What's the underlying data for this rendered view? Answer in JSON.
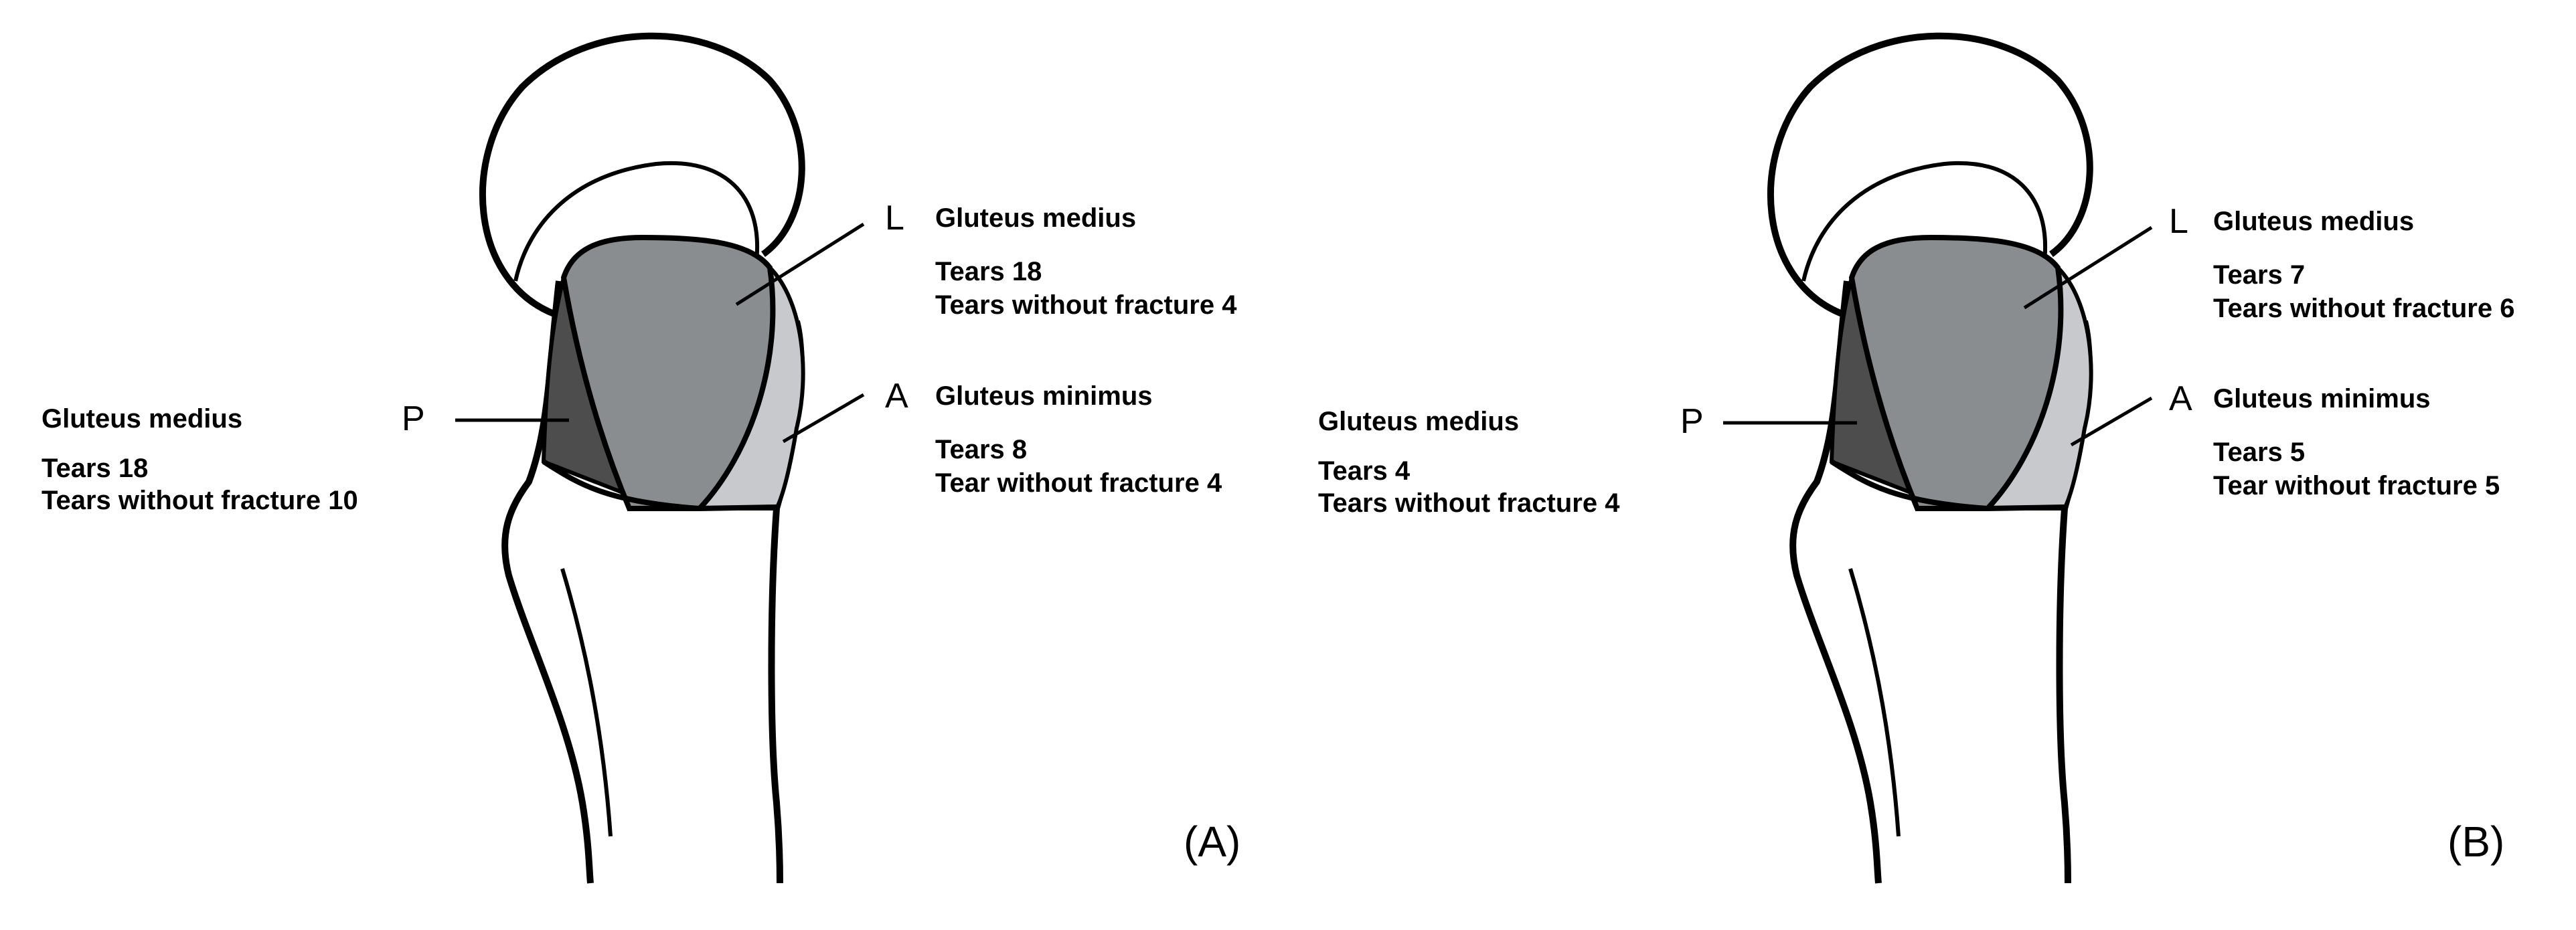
{
  "colors": {
    "outline": "#000000",
    "lateral_facet": "#8a8d8f",
    "posterior_facet": "#4d4d4d",
    "anterior_facet": "#c7c9cc",
    "bone": "#ffffff"
  },
  "panels": [
    {
      "id": "A",
      "panel_label": "(A)",
      "lateral": {
        "letter": "L",
        "muscle": "Gluteus medius",
        "line1": "Tears 18",
        "line2": "Tears without fracture 4"
      },
      "anterior": {
        "letter": "A",
        "muscle": "Gluteus minimus",
        "line1": "Tears 8",
        "line2": "Tear without fracture 4"
      },
      "posterior": {
        "letter": "P",
        "muscle": "Gluteus medius",
        "line1": "Tears 18",
        "line2": "Tears without fracture 10"
      }
    },
    {
      "id": "B",
      "panel_label": "(B)",
      "lateral": {
        "letter": "L",
        "muscle": "Gluteus medius",
        "line1": "Tears 7",
        "line2": "Tears without fracture 6"
      },
      "anterior": {
        "letter": "A",
        "muscle": "Gluteus minimus",
        "line1": "Tears 5",
        "line2": "Tear without fracture 5"
      },
      "posterior": {
        "letter": "P",
        "muscle": "Gluteus medius",
        "line1": "Tears 4",
        "line2": "Tears without fracture 4"
      }
    }
  ]
}
